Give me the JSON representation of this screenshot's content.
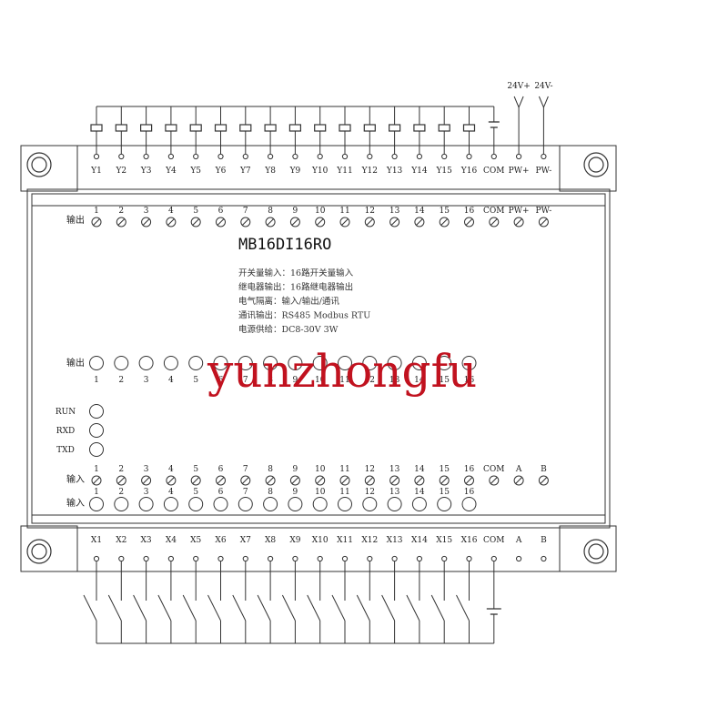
{
  "model": "MB16DI16RO",
  "specs": [
    "开关量输入：16路开关量输入",
    "继电器输出：16路继电器输出",
    "电气隔离：输入/输出/通讯",
    "通讯输出：RS485 Modbus RTU",
    "电源供给：DC8-30V 3W"
  ],
  "power_labels": [
    "24V+",
    "24V-"
  ],
  "top_terminals": [
    "Y1",
    "Y2",
    "Y3",
    "Y4",
    "Y5",
    "Y6",
    "Y7",
    "Y8",
    "Y9",
    "Y10",
    "Y11",
    "Y12",
    "Y13",
    "Y14",
    "Y15",
    "Y16",
    "COM",
    "PW+",
    "PW-"
  ],
  "top_numbers": [
    "1",
    "2",
    "3",
    "4",
    "5",
    "6",
    "7",
    "8",
    "9",
    "10",
    "11",
    "12",
    "13",
    "14",
    "15",
    "16",
    "COM",
    "PW+",
    "PW-"
  ],
  "output_label": "输出",
  "output_led_label": "输出",
  "led_numbers": [
    "1",
    "2",
    "3",
    "4",
    "5",
    "6",
    "7",
    "8",
    "9",
    "10",
    "11",
    "12",
    "13",
    "14",
    "15",
    "16"
  ],
  "status_leds": [
    "RUN",
    "RXD",
    "TXD"
  ],
  "input_label": "输入",
  "input_led_label": "输入",
  "bottom_numbers": [
    "1",
    "2",
    "3",
    "4",
    "5",
    "6",
    "7",
    "8",
    "9",
    "10",
    "11",
    "12",
    "13",
    "14",
    "15",
    "16",
    "COM",
    "A",
    "B"
  ],
  "bottom_terminals": [
    "X1",
    "X2",
    "X3",
    "X4",
    "X5",
    "X6",
    "X7",
    "X8",
    "X9",
    "X10",
    "X11",
    "X12",
    "X13",
    "X14",
    "X15",
    "X16",
    "COM",
    "A",
    "B"
  ],
  "watermark": "yunzhongfu"
}
